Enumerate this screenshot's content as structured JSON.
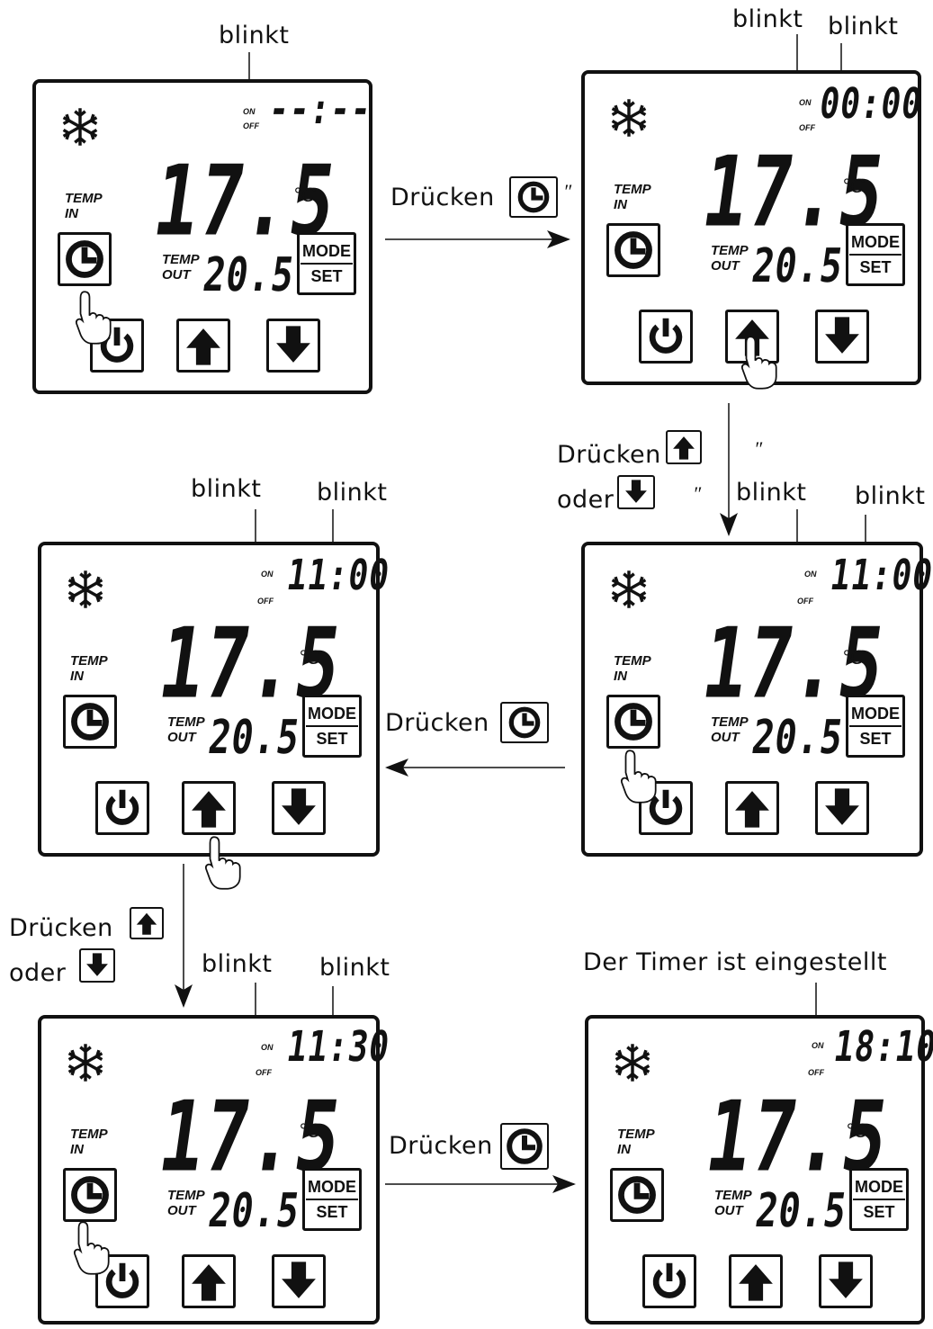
{
  "labels": {
    "blinkt": "blinkt",
    "druecken": "Drücken",
    "oder": "oder",
    "quote": "″",
    "timer_set": "Der Timer ist eingestellt"
  },
  "display": {
    "temp_in_line1": "TEMP",
    "temp_in_line2": "IN",
    "temp_out_line1": "TEMP",
    "temp_out_line2": "OUT",
    "temp_in_value": "17.5",
    "temp_out_value": "20.5",
    "unit": "°C",
    "on": "ON",
    "off": "OFF",
    "mode": "MODE",
    "set": "SET"
  },
  "panels": [
    {
      "clock": "--:--"
    },
    {
      "clock": "00:00"
    },
    {
      "clock": "11:00"
    },
    {
      "clock": "11:00"
    },
    {
      "clock": "11:30"
    },
    {
      "clock": "18:10"
    }
  ],
  "icons": [
    "snowflake-icon",
    "clock-icon",
    "power-icon",
    "arrow-up-icon",
    "arrow-down-icon",
    "hand-pointer-icon"
  ]
}
